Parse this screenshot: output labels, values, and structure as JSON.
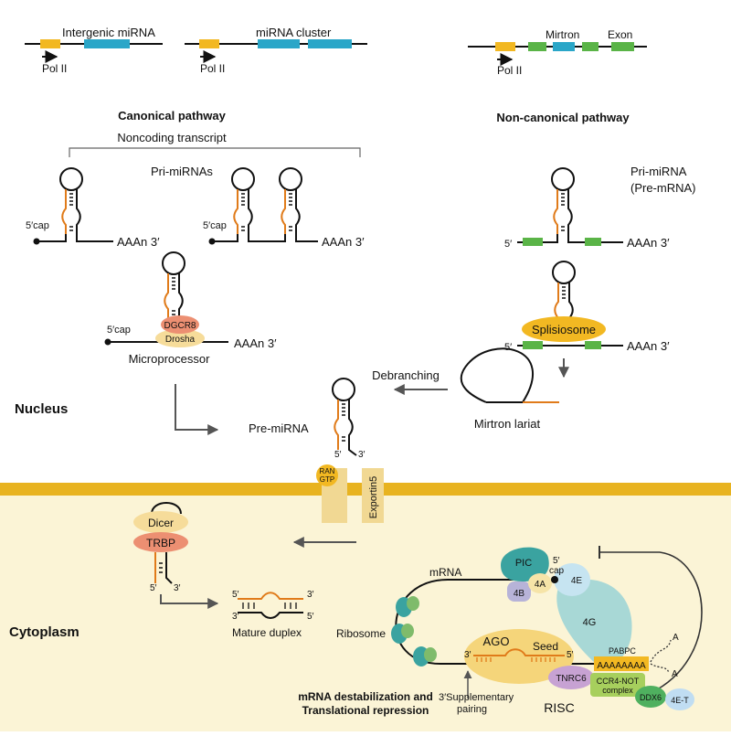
{
  "genes": {
    "intergenic_label": "Intergenic miRNA",
    "cluster_label": "miRNA cluster",
    "mirtron_label": "Mirtron",
    "exon_label": "Exon",
    "pol_label": "Pol II"
  },
  "canonical": {
    "title": "Canonical pathway",
    "noncoding_label": "Noncoding transcript",
    "pri_label": "Pri-miRNAs",
    "cap_label": "5′cap",
    "polya_label": "AAAn 3′",
    "dgcr8_label": "DGCR8",
    "drosha_label": "Drosha",
    "microprocessor_label": "Microprocessor"
  },
  "noncanonical": {
    "title": "Non-canonical pathway",
    "pri_label_line1": "Pri-miRNA",
    "pri_label_line2": "(Pre-mRNA)",
    "five_prime": "5′",
    "polya_label": "AAAn 3′",
    "spliceosome_label": "Splisiosome",
    "lariat_label": "Mirtron lariat",
    "debranching_label": "Debranching"
  },
  "nucleus": {
    "label": "Nucleus",
    "pre_mirna_label": "Pre-miRNA",
    "five_prime": "5′",
    "three_prime": "3′",
    "ran_label_line1": "RAN",
    "ran_label_line2": "GTP",
    "exportin_label": "Exportin5"
  },
  "cytoplasm": {
    "label": "Cytoplasm",
    "dicer_label": "Dicer",
    "trbp_label": "TRBP",
    "five_prime": "5′",
    "three_prime": "3′",
    "duplex_label": "Mature duplex",
    "ribosome_label": "Ribosome",
    "mrna_label": "mRNA",
    "pic_label": "PIC",
    "cap_label": "cap",
    "f4a_label": "4A",
    "f4b_label": "4B",
    "f4e_label": "4E",
    "f4g_label": "4G",
    "pabpc_label": "PABPC",
    "polya_label": "AAAAAAAA",
    "a_label": "A",
    "ago_label": "AGO",
    "seed_label": "Seed",
    "tnrc6_label": "TNRC6",
    "ccr4_label_line1": "CCR4-NOT",
    "ccr4_label_line2": "complex",
    "ddx6_label": "DDX6",
    "f4et_label": "4E-T",
    "supp_label_line1": "3′Supplementary",
    "supp_label_line2": "pairing",
    "risc_label": "RISC",
    "repression_line1": "mRNA destabilization and",
    "repression_line2": "Translational repression"
  },
  "colors": {
    "orange": "#e07b1a",
    "blue": "#2aa6c8",
    "yellow": "#f2b822",
    "green": "#5ab447",
    "membrane": "#e8b320",
    "cytoplasm": "#fbf4d6",
    "dicer": "#f6dc9a",
    "trbp": "#ec8f72",
    "pic": "#3aa3a0",
    "f4g": "#a8d8d6",
    "ago": "#f5d57a",
    "tnrc6": "#c7a2d3",
    "ccr4": "#a7cf5d",
    "ddx6": "#4fb05f",
    "f4et": "#c0ddf2"
  }
}
